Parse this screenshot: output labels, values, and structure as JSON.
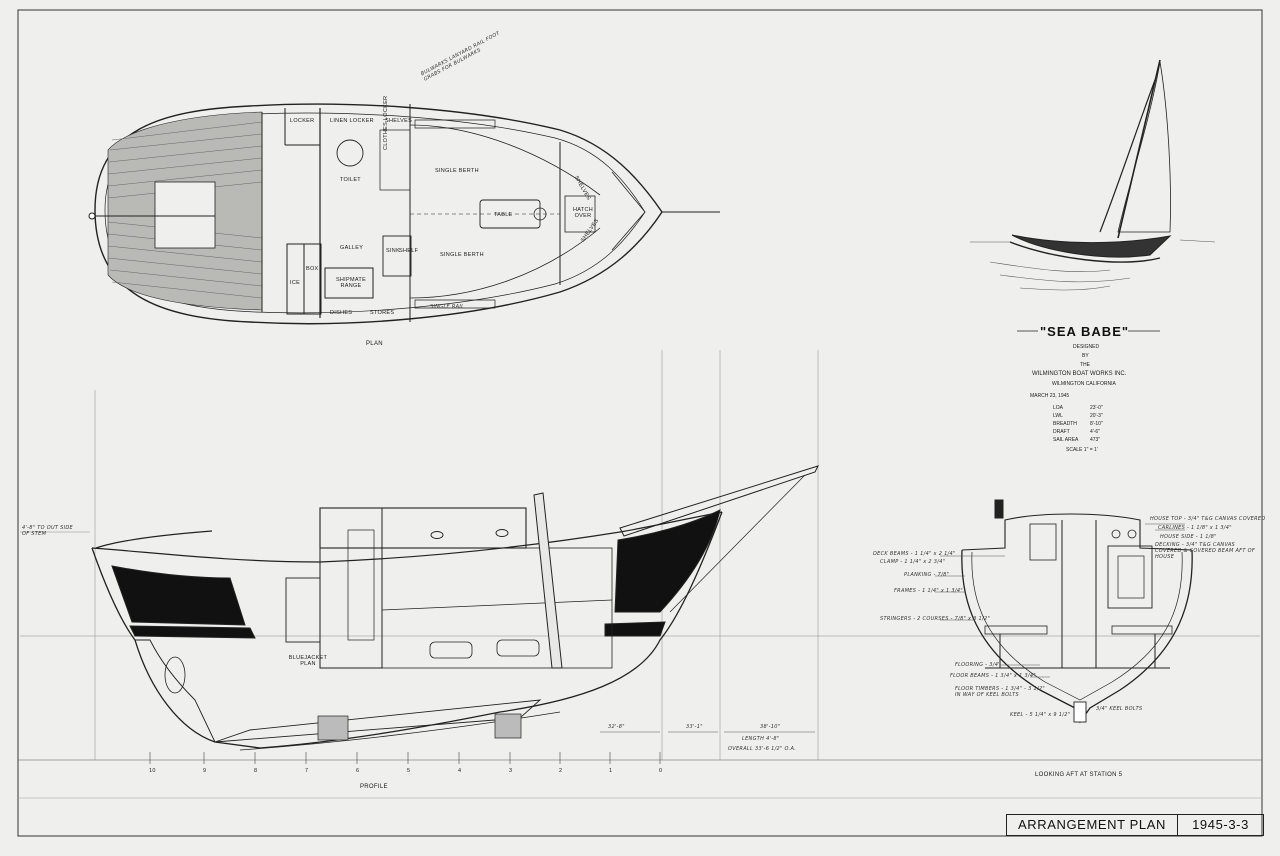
{
  "sheet": {
    "title": "ARRANGEMENT PLAN",
    "number": "1945-3-3"
  },
  "vessel": {
    "name": "\"SEA BABE\"",
    "designed_by_lines": [
      "DESIGNED",
      "BY",
      "THE"
    ],
    "designer": "WILMINGTON BOAT WORKS INC.",
    "location": "WILMINGTON CALIFORNIA",
    "date": "MARCH 23, 1945",
    "specs": [
      {
        "label": "LOA",
        "value": "23'-0\""
      },
      {
        "label": "LWL",
        "value": "20'-3\""
      },
      {
        "label": "BREADTH",
        "value": "8'-10\""
      },
      {
        "label": "DRAFT",
        "value": "4'-6\""
      },
      {
        "label": "SAIL AREA",
        "value": "473\""
      }
    ],
    "scale": "SCALE 1\" = 1'"
  },
  "views": {
    "plan": "PLAN",
    "profile": "PROFILE",
    "section": "LOOKING AFT AT STATION 5"
  },
  "plan_labels": {
    "locker": "LOCKER",
    "linen_locker": "LINEN LOCKER",
    "shelves_top": "SHELVES",
    "toilet": "TOILET",
    "clothes_locker": "CLOTHES LOCKER",
    "single_berth_top": "SINGLE BERTH",
    "table": "TABLE",
    "shelves_fwd": "SHELVES",
    "hatch_over": "HATCH OVER",
    "shelves_fwd2": "SHELVES",
    "galley": "GALLEY",
    "sink": "SINK",
    "shelf": "SHELF",
    "single_berth_bottom": "SINGLE BERTH",
    "ice": "ICE",
    "box": "BOX",
    "range": "SHIPMATE RANGE",
    "dishes": "DISHES",
    "stores": "STORES",
    "note_top": "BULWARKS LANYARD RAIL FOOT GRABS FOR BULWARKS",
    "note_bottom": "SINGLE RAIL"
  },
  "profile_labels": {
    "bluejacket": "BLUEJACKET PLAN",
    "dim_left": "4'-8\" TO OUT SIDE OF STEM",
    "dim_a": "32'-8\"",
    "dim_b": "33'-1\"",
    "dim_c": "38'-10\"",
    "length_note": "LENGTH 4'-8\"",
    "overall_note": "OVERALL 33'-6 1/2\" O.A.",
    "stations": [
      "10",
      "9",
      "8",
      "7",
      "6",
      "5",
      "4",
      "3",
      "2",
      "1",
      "0"
    ]
  },
  "section_labels": {
    "deck_beams": "DECK BEAMS - 1 1/4\" x 2 1/4\"",
    "clamp": "CLAMP - 1 1/4\" x 2 3/4\"",
    "planking": "PLANKING - 7/8\"",
    "frames": "FRAMES - 1 1/4\" x 1 3/4\"",
    "stringers": "STRINGERS - 2 COURSES - 7/8\" x 3 1/2\"",
    "house_top": "HOUSE TOP - 3/4\" T&G CANVAS COVERED",
    "carlines": "CARLINES - 1 1/8\" x 1 3/4\"",
    "house_side": "HOUSE SIDE - 1 1/8\"",
    "decking": "DECKING - 3/4\" T&G CANVAS COVERED & COVERED BEAM AFT OF HOUSE",
    "flooring": "FLOORING - 3/4\"",
    "floor_beams": "FLOOR BEAMS - 1 3/4\" x 1 3/4\"",
    "floor_timbers": "FLOOR TIMBERS - 1 3/4\" - 3 1/2\" IN WAY OF KEEL BOLTS",
    "keel": "KEEL - 5 1/4\" x 9 1/2\"",
    "keel_bolts": "3/4\" KEEL BOLTS"
  }
}
